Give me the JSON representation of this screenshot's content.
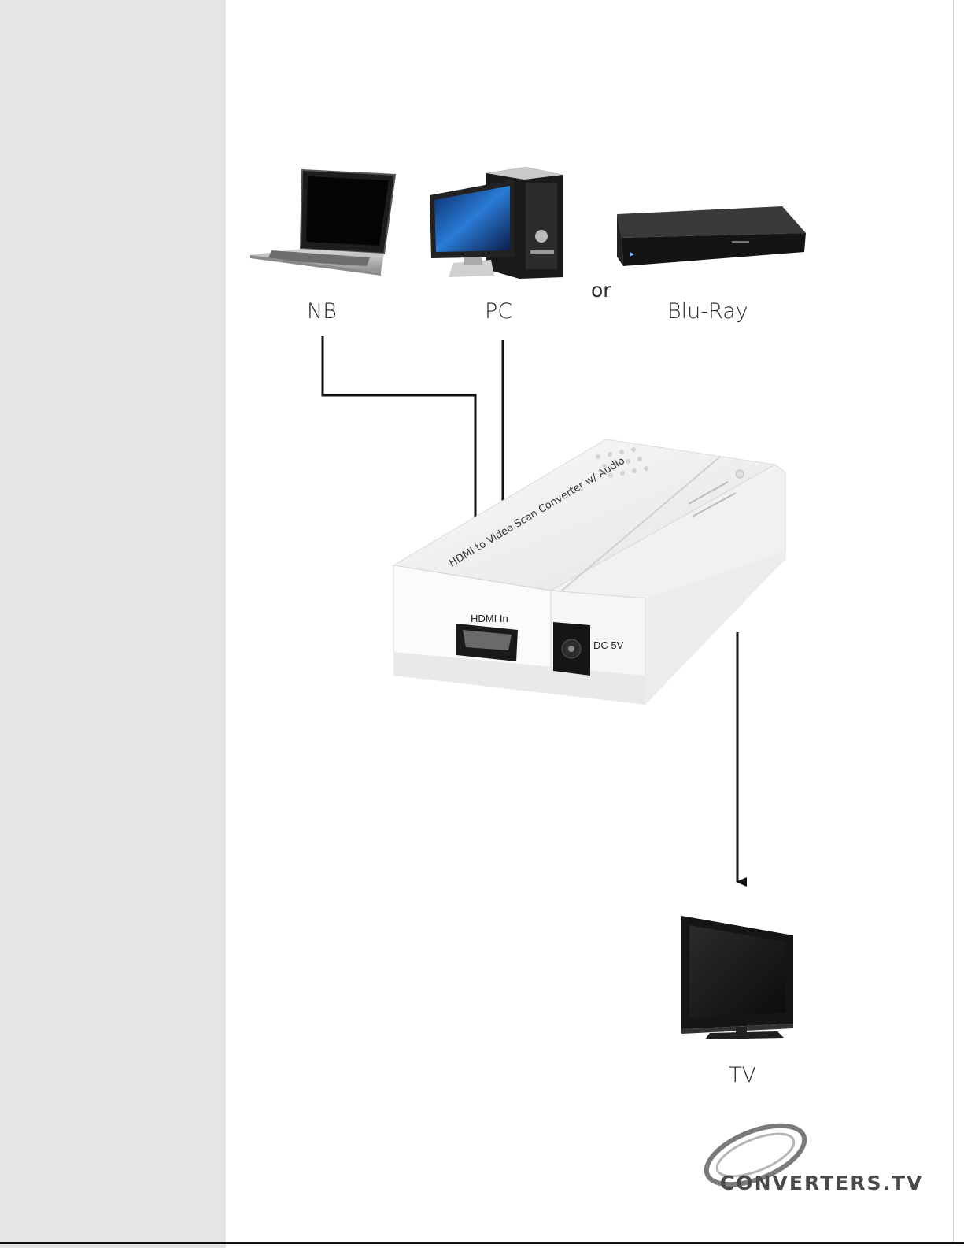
{
  "devices": {
    "nb": {
      "label": "NB"
    },
    "pc": {
      "label": "PC"
    },
    "or_text": "or",
    "bluray": {
      "label": "Blu-Ray"
    },
    "tv": {
      "label": "TV"
    }
  },
  "converter": {
    "hdmi_label": "HDMI In",
    "dc_label": "DC 5V",
    "brand_text": "HDMI to Video Scan Converter w/ Audio"
  },
  "logo": {
    "text": "CONVERTERS.TV"
  },
  "colors": {
    "sidebar": "#e5e5e5",
    "line": "#111111"
  }
}
